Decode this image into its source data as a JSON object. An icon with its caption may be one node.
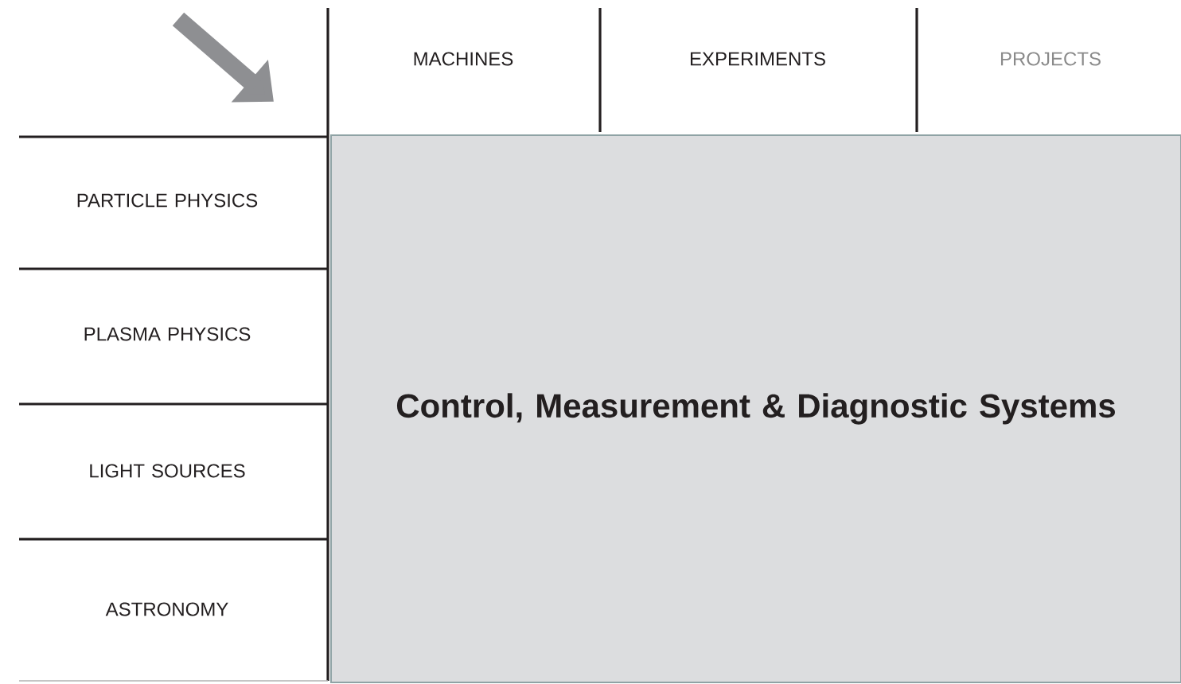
{
  "diagram": {
    "nodes": [
      {
        "text": [
          "MACHINES"
        ]
      },
      {
        "text": [
          "EXPERIMENTS"
        ]
      },
      {
        "text": [
          "PROJECTS"
        ]
      },
      {
        "text": [
          "PARTICLE PHYSICS"
        ]
      },
      {
        "text": [
          "PLASMA PHYSICS"
        ]
      },
      {
        "text": [
          "LIGHT SOURCES"
        ]
      },
      {
        "text": [
          "ASTRONOMY"
        ]
      },
      {
        "text": [
          "Control, Measurement & Diagnostic Systems"
        ]
      }
    ]
  }
}
